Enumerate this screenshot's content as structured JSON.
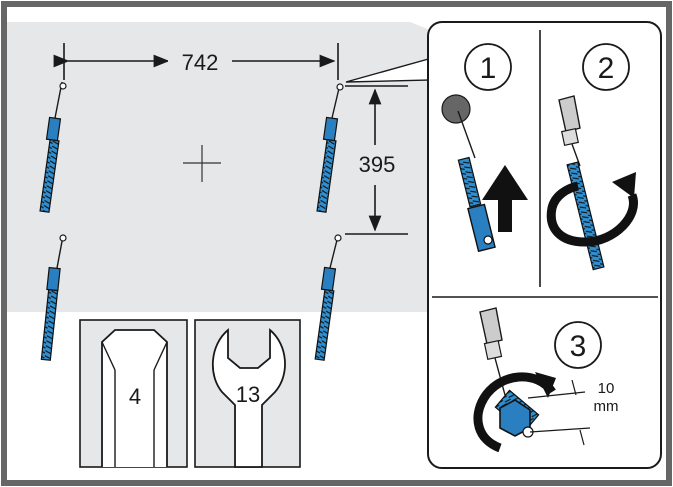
{
  "diagram": {
    "dimensions": {
      "horizontal": "742",
      "vertical": "395",
      "clearance_value": "10",
      "clearance_unit": "mm"
    },
    "steps": [
      "1",
      "2",
      "3"
    ],
    "tools": {
      "hex_key_size": "4",
      "wrench_size": "13"
    },
    "colors": {
      "background_panel": "#e6e7e9",
      "bolt_blue": "#2f8fd0",
      "nut_blue": "#2a7fc0",
      "outline": "#1a1a1a",
      "border": "#666666"
    }
  }
}
